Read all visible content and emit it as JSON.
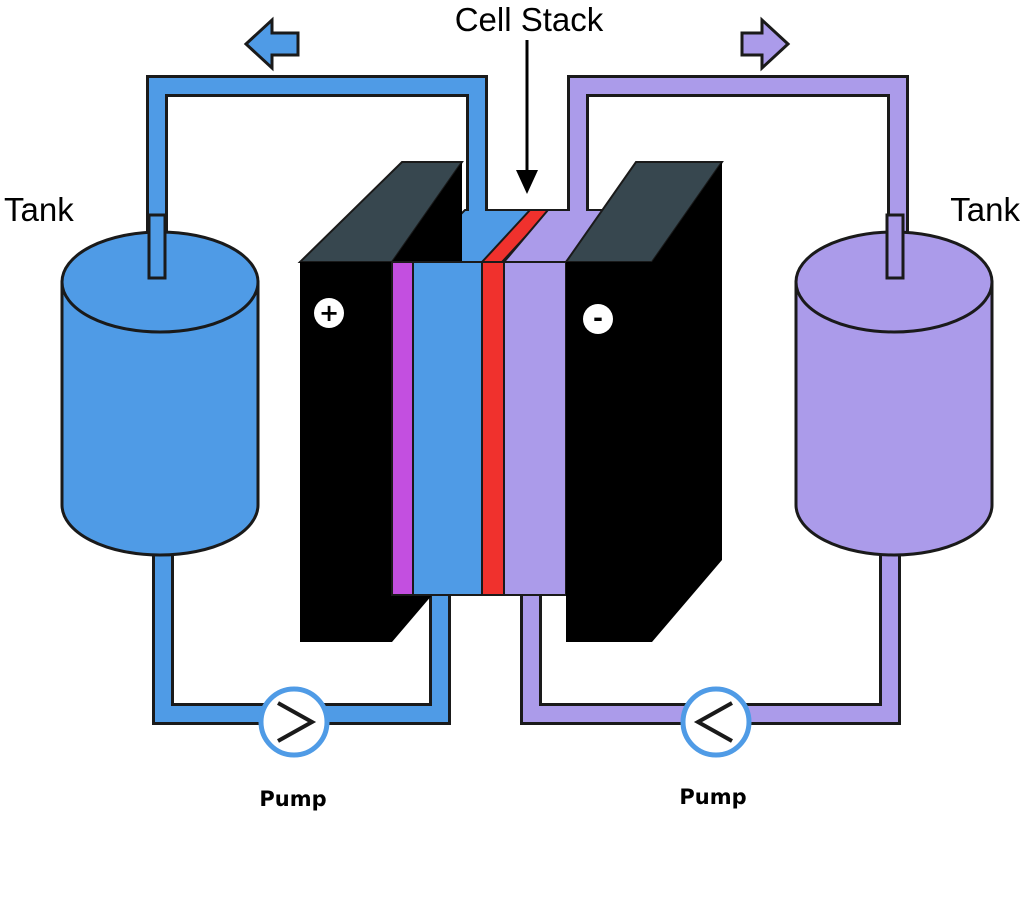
{
  "labels": {
    "cell_stack": "Cell Stack",
    "tank_left": "Tank",
    "tank_right": "Tank",
    "pump_left": "Pump",
    "pump_right": "Pump",
    "terminal_positive": "+",
    "terminal_negative": "-"
  },
  "colors": {
    "positive_electrolyte": "#4f9be6",
    "negative_electrolyte": "#ab9bea",
    "membrane": "#f0312d",
    "positive_electrode_layer": "#c34fe0",
    "electrode_plate": "#000000",
    "electrode_top": "#37474f",
    "outline": "#1a1a1a"
  },
  "icons": {
    "flow_arrow_left": "left-arrow-icon",
    "flow_arrow_right": "right-arrow-icon",
    "pump_left_symbol": "greater-than",
    "pump_right_symbol": "less-than"
  }
}
